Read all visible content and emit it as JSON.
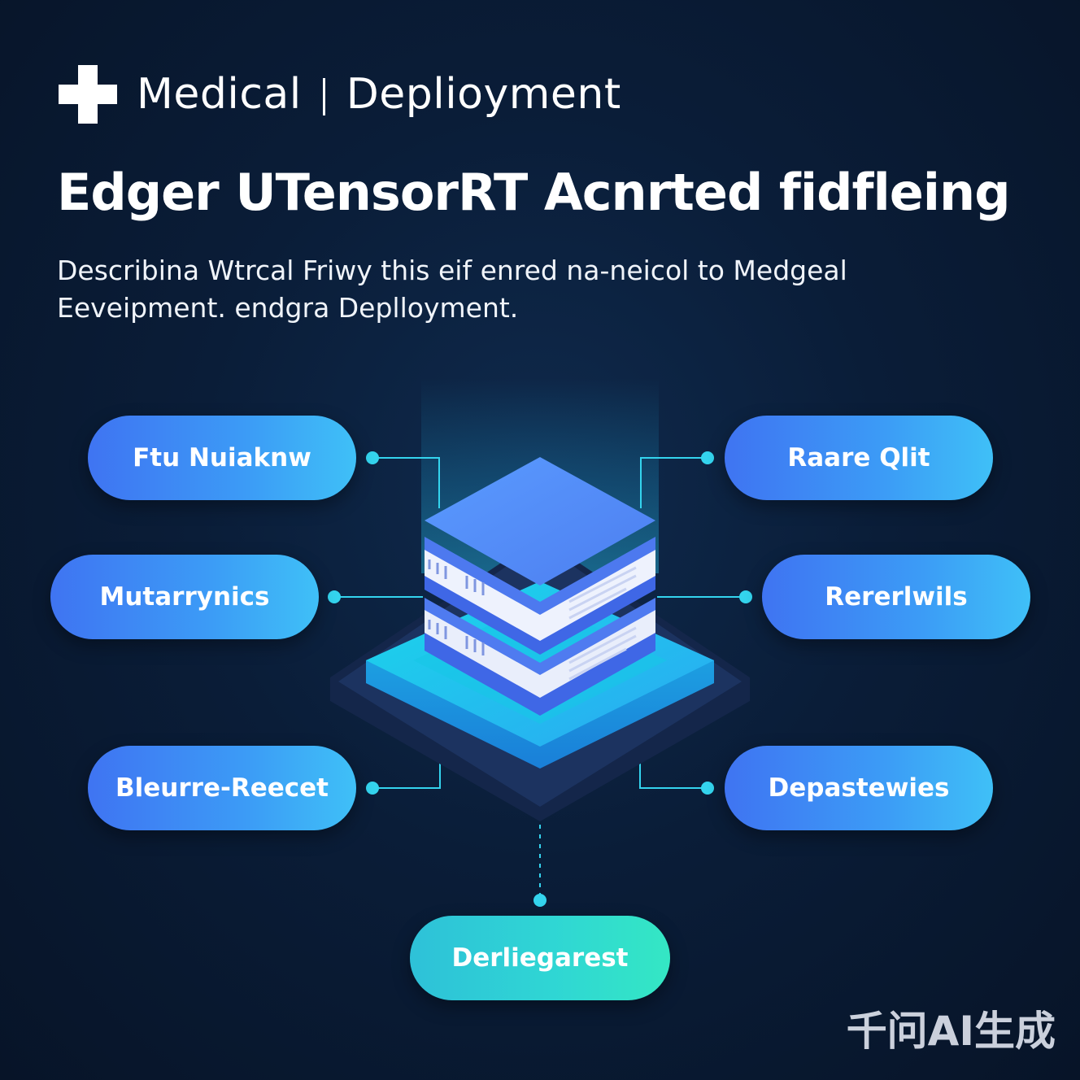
{
  "header": {
    "brand_primary": "Medical",
    "brand_secondary": "Deplioyment",
    "icon": "medical-cross-icon"
  },
  "headline": "Edger UTensorRT Acnrted fidfleing",
  "subtitle": "Describina Wtrcal Friwy this eif enred na-neicol to Medgeal Eeveipment. endgra Depl​loyment.",
  "nodes": {
    "top_left": "Ftu Nuiaknw",
    "top_right": "Raare Qlit",
    "mid_left": "Mutarrynics",
    "mid_right": "Rererlwils",
    "low_left": "Bleurre-Reecet",
    "low_right": "Depastewies",
    "bottom": "Derliegarest"
  },
  "center_icon": "server-stack-icon",
  "watermark": "千问AI生成",
  "colors": {
    "background": "#0a1d38",
    "pill_blue": "#3f74f2",
    "pill_cyan": "#3fc0f7",
    "pill_teal": "#34e7c4",
    "connector": "#34d4ee",
    "platform": "#22d6ec"
  }
}
